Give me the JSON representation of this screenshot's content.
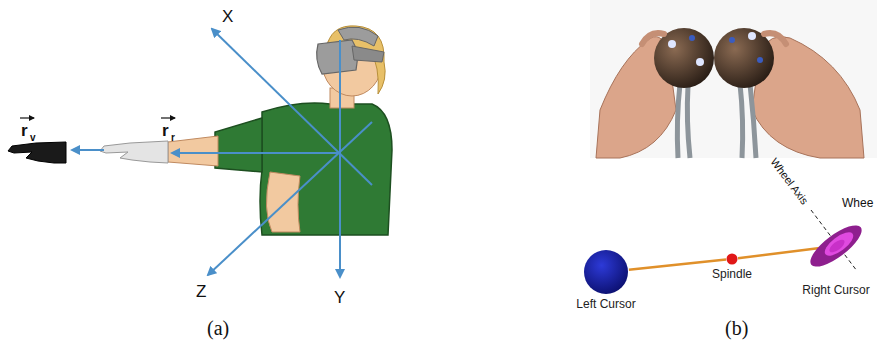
{
  "diagram": {
    "nodes": [
      {
        "text": [
          "Left Cursor"
        ]
      },
      {
        "text": [
          "Spindle"
        ]
      },
      {
        "text": [
          "Right Cursor"
        ]
      }
    ],
    "edges": [
      {
        "from": 0,
        "to": 1,
        "arrow": "none"
      },
      {
        "from": 1,
        "to": 2,
        "arrow": "none"
      }
    ],
    "labels": [
      "X",
      "Y",
      "Z",
      "r",
      "v",
      "r",
      "r",
      "(a)",
      "Wheel Axis",
      "Whee",
      "(b)"
    ]
  }
}
